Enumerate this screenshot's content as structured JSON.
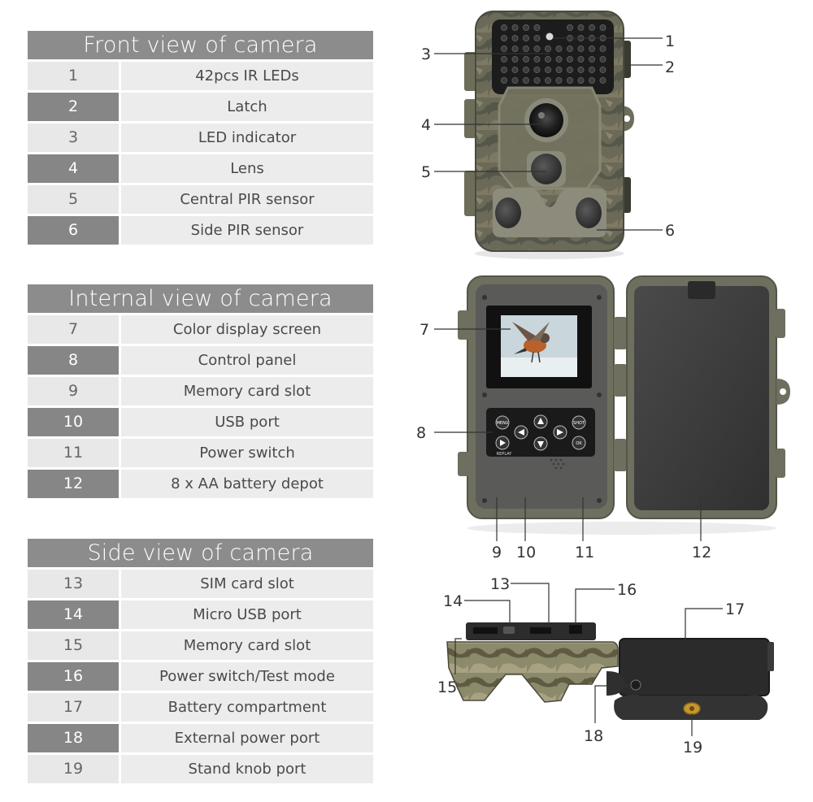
{
  "sections": [
    {
      "title": "Front view of camera",
      "rows": [
        {
          "num": "1",
          "label": "42pcs IR LEDs"
        },
        {
          "num": "2",
          "label": "Latch"
        },
        {
          "num": "3",
          "label": "LED indicator"
        },
        {
          "num": "4",
          "label": "Lens"
        },
        {
          "num": "5",
          "label": "Central PIR sensor"
        },
        {
          "num": "6",
          "label": "Side PIR sensor"
        }
      ]
    },
    {
      "title": "Internal view of camera",
      "rows": [
        {
          "num": "7",
          "label": "Color display screen"
        },
        {
          "num": "8",
          "label": "Control panel"
        },
        {
          "num": "9",
          "label": "Memory card slot"
        },
        {
          "num": "10",
          "label": "USB port"
        },
        {
          "num": "11",
          "label": "Power switch"
        },
        {
          "num": "12",
          "label": "8 x AA battery depot"
        }
      ]
    },
    {
      "title": "Side view of camera",
      "rows": [
        {
          "num": "13",
          "label": "SIM card slot"
        },
        {
          "num": "14",
          "label": "Micro USB port"
        },
        {
          "num": "15",
          "label": "Memory card slot"
        },
        {
          "num": "16",
          "label": "Power switch/Test mode"
        },
        {
          "num": "17",
          "label": "Battery compartment"
        },
        {
          "num": "18",
          "label": "External power port"
        },
        {
          "num": "19",
          "label": "Stand knob port"
        }
      ]
    }
  ],
  "callouts": [
    "1",
    "2",
    "3",
    "4",
    "5",
    "6",
    "7",
    "8",
    "9",
    "10",
    "11",
    "12",
    "13",
    "14",
    "15",
    "16",
    "17",
    "18",
    "19"
  ],
  "control_panel_labels": {
    "menu": "MENU",
    "shot": "SHOT",
    "replay": "REPLAY",
    "ok": "OK"
  },
  "colors": {
    "header": "#8c8c8c",
    "dark_num": "#868686",
    "light_num": "#e8e8e8",
    "label_bg": "#ececec"
  }
}
